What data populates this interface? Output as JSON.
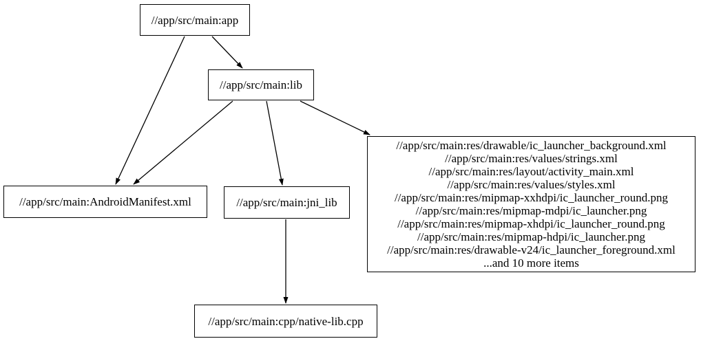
{
  "diagram": {
    "type": "dependency-graph",
    "colors": {
      "background": "#ffffff",
      "node_fill": "#ffffff",
      "node_border": "#000000",
      "edge": "#000000",
      "text": "#000000"
    },
    "nodes": {
      "app": {
        "label": "//app/src/main:app"
      },
      "lib": {
        "label": "//app/src/main:lib"
      },
      "manifest": {
        "label": "//app/src/main:AndroidManifest.xml"
      },
      "jni_lib": {
        "label": "//app/src/main:jni_lib"
      },
      "res_group": {
        "lines": [
          "//app/src/main:res/drawable/ic_launcher_background.xml",
          "//app/src/main:res/values/strings.xml",
          "//app/src/main:res/layout/activity_main.xml",
          "//app/src/main:res/values/styles.xml",
          "//app/src/main:res/mipmap-xxhdpi/ic_launcher_round.png",
          "//app/src/main:res/mipmap-mdpi/ic_launcher.png",
          "//app/src/main:res/mipmap-xhdpi/ic_launcher_round.png",
          "//app/src/main:res/mipmap-hdpi/ic_launcher.png",
          "//app/src/main:res/drawable-v24/ic_launcher_foreground.xml",
          "...and 10 more items"
        ]
      },
      "native_cpp": {
        "label": "//app/src/main:cpp/native-lib.cpp"
      }
    },
    "edges": [
      {
        "from": "app",
        "to": "manifest"
      },
      {
        "from": "app",
        "to": "lib"
      },
      {
        "from": "lib",
        "to": "manifest"
      },
      {
        "from": "lib",
        "to": "jni_lib"
      },
      {
        "from": "lib",
        "to": "res_group"
      },
      {
        "from": "jni_lib",
        "to": "native_cpp"
      }
    ]
  }
}
